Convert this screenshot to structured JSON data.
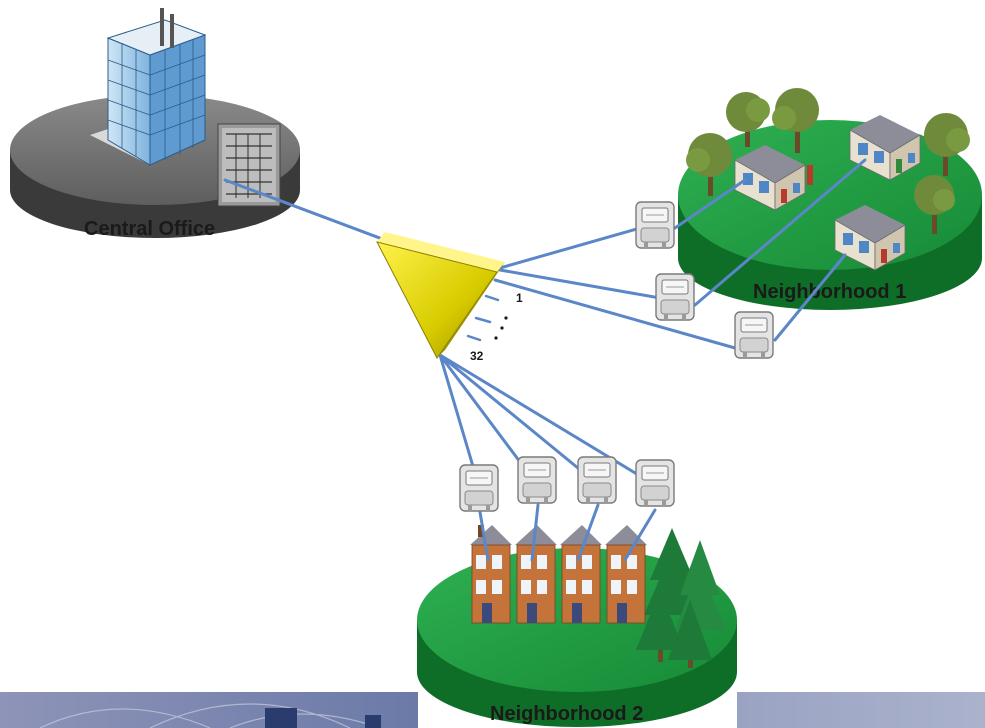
{
  "labels": {
    "central_office": "Central Office",
    "neighborhood_1": "Neighborhood 1",
    "neighborhood_2": "Neighborhood 2"
  },
  "splitter": {
    "first_port": "1",
    "last_port": "32"
  },
  "colors": {
    "fiber": "#5b86c8",
    "splitter": "#e8e000",
    "platform_co": "#555555",
    "platform_green": "#169a3c"
  },
  "icons": [
    "office-building-icon",
    "olt-equipment-icon",
    "splitter-icon",
    "ont-meter-icon",
    "house-icon",
    "tree-icon"
  ]
}
